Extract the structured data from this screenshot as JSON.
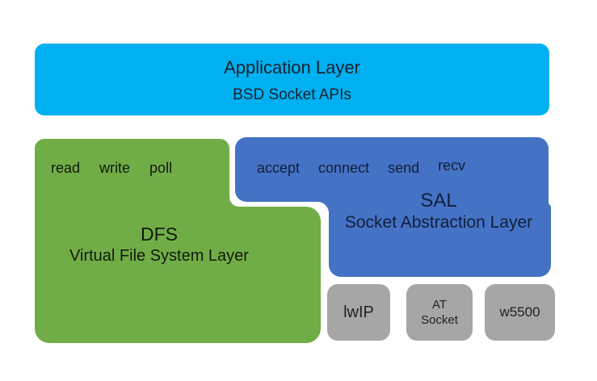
{
  "layers": {
    "application": {
      "title": "Application Layer",
      "subtitle": "BSD Socket APIs",
      "color": "#00b0f0"
    },
    "dfs": {
      "apis": [
        "read",
        "write",
        "poll"
      ],
      "acronym": "DFS",
      "name": "Virtual File System Layer",
      "color": "#70ad47"
    },
    "sal": {
      "apis": [
        "accept",
        "connect",
        "send",
        "recv"
      ],
      "acronym": "SAL",
      "name": "Socket Abstraction Layer",
      "color": "#4472c4"
    },
    "stacks": {
      "color": "#a6a6a6",
      "items": [
        {
          "label": "lwIP"
        },
        {
          "label": "AT Socket"
        },
        {
          "label": "w5500"
        }
      ]
    }
  }
}
